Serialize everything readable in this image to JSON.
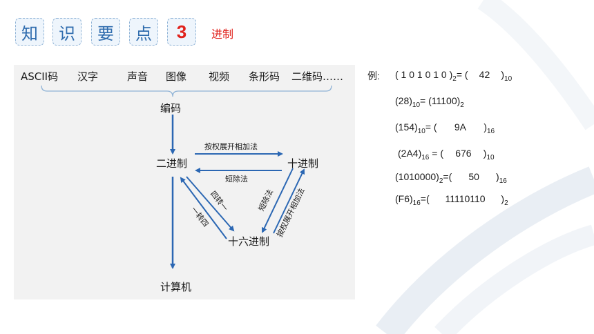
{
  "header": {
    "chars": [
      "知",
      "识",
      "要",
      "点"
    ],
    "number": "3",
    "subtitle": "进制"
  },
  "diagram": {
    "top_items": [
      "ASCII码",
      "汉字",
      "声音",
      "图像",
      "视频",
      "条形码",
      "二维码……"
    ],
    "encode": "编码",
    "binary": "二进制",
    "decimal": "十进制",
    "hex": "十六进制",
    "computer": "计算机",
    "arrow_weight_sum": "按权展开相加法",
    "arrow_divide": "短除法",
    "arrow_four_to_one": "四转一",
    "arrow_one_to_four": "一转四",
    "arrow_divide_2": "短除法",
    "arrow_weight_sum_2": "按权展开相加法"
  },
  "examples": {
    "prefix": "例:",
    "rows": [
      {
        "left": "( 1 0 1 0 1 0 )",
        "left_base": "2",
        "mid": "= (",
        "answer": "42",
        "close": ")",
        "right_base": "10"
      },
      {
        "left": "(28)",
        "left_base": "10",
        "mid": "= (11100)",
        "answer": "",
        "close": "",
        "right_base": "2"
      },
      {
        "left": "(154)",
        "left_base": "10",
        "mid": "= (",
        "answer": "9A",
        "close": ")",
        "right_base": "16"
      },
      {
        "left": "(2A4)",
        "left_base": "16",
        "mid": " = (",
        "answer": "676",
        "close": ")",
        "right_base": "10"
      },
      {
        "left": "(1010000)",
        "left_base": "2",
        "mid": "=(",
        "answer": "50",
        "close": ")",
        "right_base": "16"
      },
      {
        "left": "(F6)",
        "left_base": "16",
        "mid": "=(",
        "answer": "11110110",
        "close": ")",
        "right_base": "2"
      }
    ]
  },
  "colors": {
    "accent_blue": "#2f6cae",
    "accent_red": "#e0211b",
    "arrow_blue": "#2b67b3",
    "panel_bg": "#f2f2f2"
  }
}
